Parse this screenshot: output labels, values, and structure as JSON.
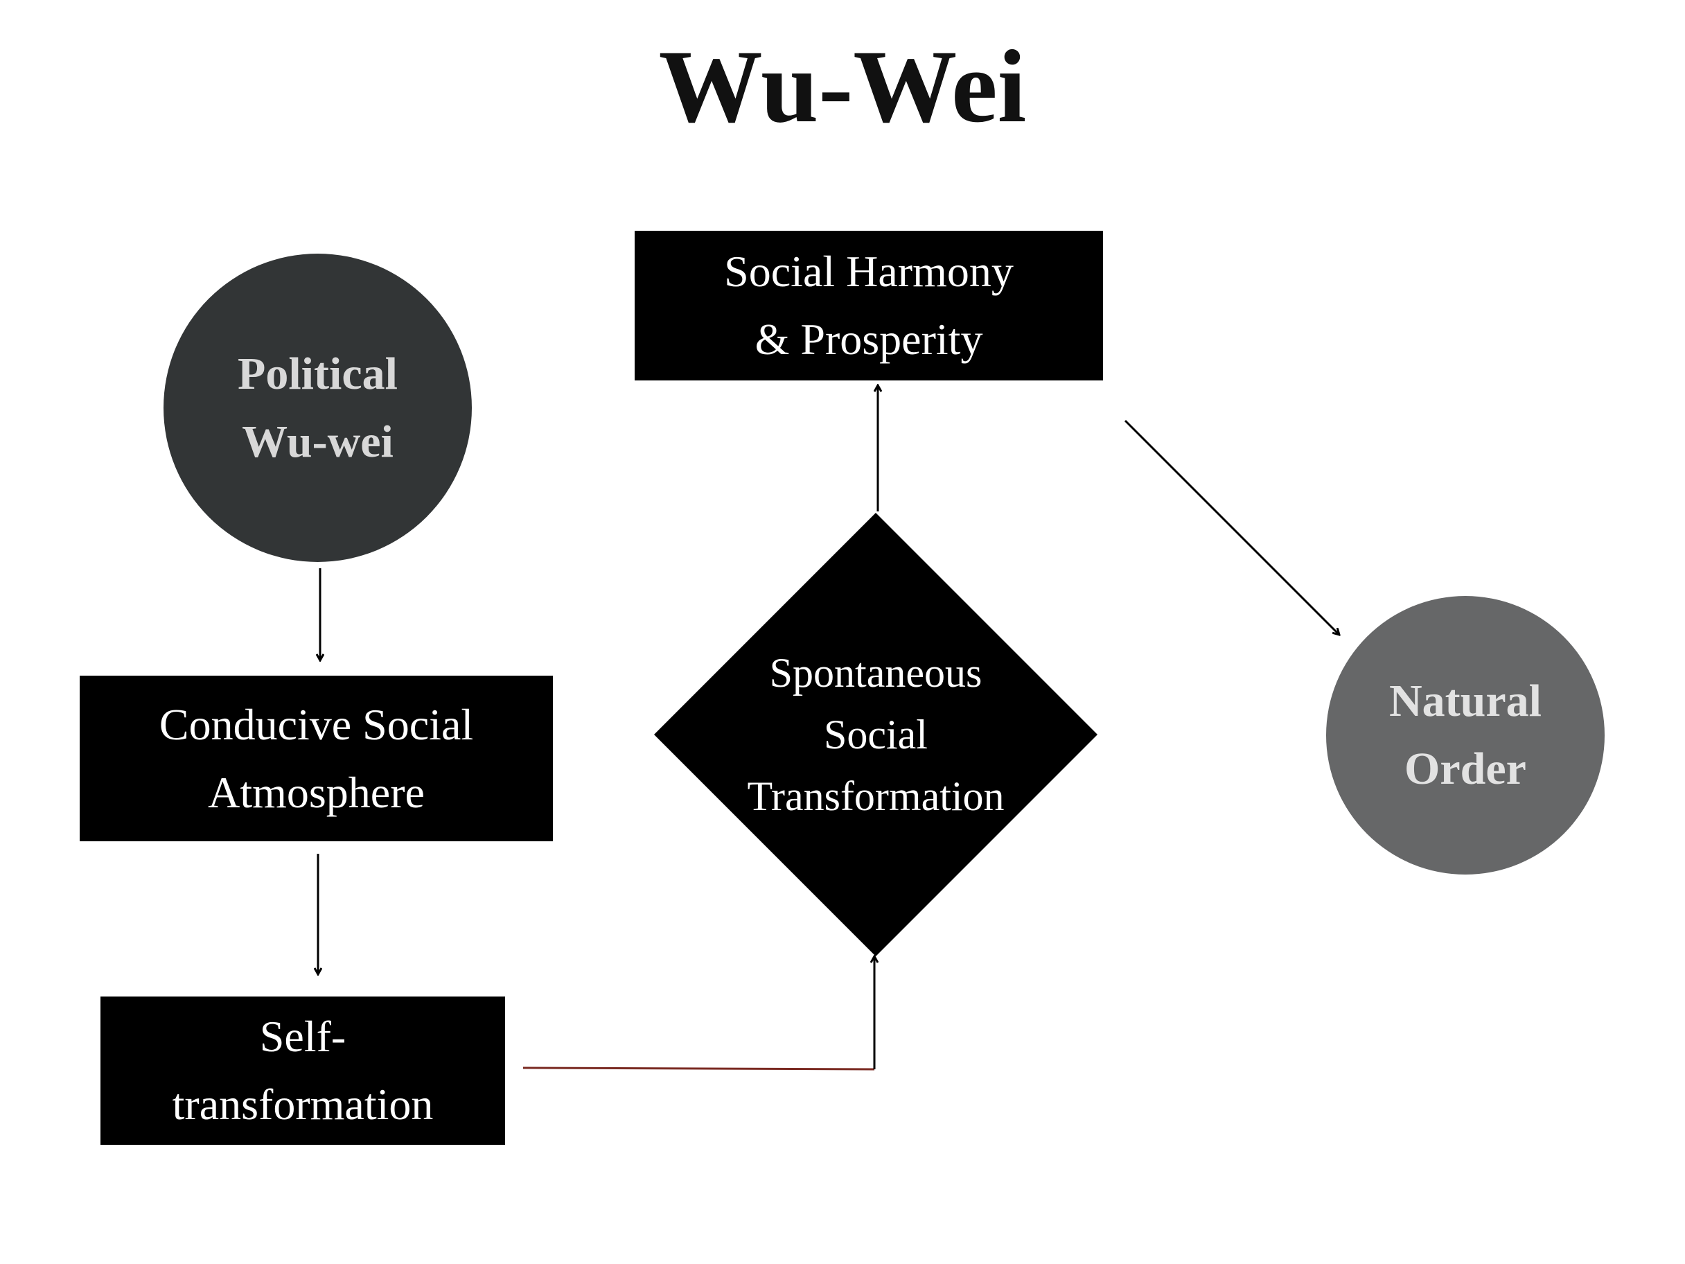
{
  "title": "Wu-Wei",
  "colors": {
    "box": "#000000",
    "box_text": "#ffffff",
    "political_circle": "#323536",
    "political_text": "#d8d8d8",
    "natural_circle": "#666768",
    "natural_text": "#e2e2e2",
    "arrow": "#000000",
    "connector_red": "#7a2a22"
  },
  "nodes": {
    "political": {
      "line1": "Political",
      "line2": "Wu-wei"
    },
    "conducive": {
      "line1": "Conducive Social",
      "line2": "Atmosphere"
    },
    "self": {
      "line1": "Self-",
      "line2": "transformation"
    },
    "spontaneous": {
      "line1": "Spontaneous",
      "line2": "Social",
      "line3": "Transformation"
    },
    "harmony": {
      "line1": "Social Harmony",
      "line2": "& Prosperity"
    },
    "natural": {
      "line1": "Natural",
      "line2": "Order"
    }
  }
}
